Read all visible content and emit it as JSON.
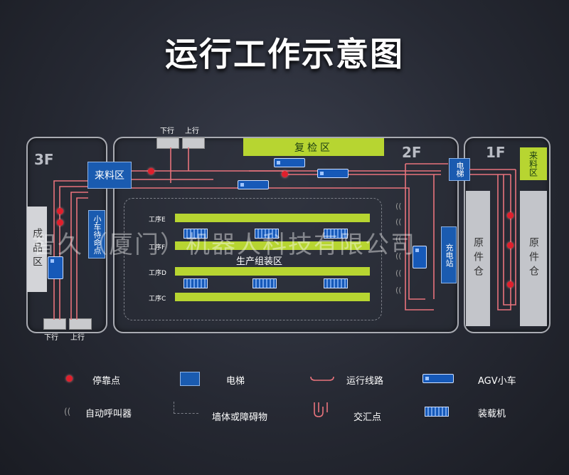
{
  "title": "运行工作示意图",
  "floors": {
    "f3": "3F",
    "f2": "2F",
    "f1": "1F"
  },
  "gates": {
    "top_down": "下行",
    "top_up": "上行",
    "bottom_down": "下行",
    "bottom_up": "上行"
  },
  "areas": {
    "reinspection": "复检区",
    "incoming_3f": "来料区",
    "finished": "成品区",
    "agv_standby": "小车待命点",
    "assembly": "生产组装区",
    "elevator": "电梯",
    "charging": "充电站",
    "incoming_1f": "来料区",
    "raw_left": "原件仓",
    "raw_right": "原件仓"
  },
  "stations": [
    "工序E",
    "工序F",
    "工序D",
    "工序C"
  ],
  "watermark": "智久（厦门）机器人科技有限公司",
  "legend": {
    "stop_point": "停靠点",
    "elevator": "电梯",
    "route": "运行线路",
    "agv": "AGV小车",
    "auto_caller": "自动呼叫器",
    "wall": "墙体或障碍物",
    "junction": "交汇点",
    "loader": "装载机"
  },
  "colors": {
    "route": "#e8737c",
    "stop": "#e01f2c",
    "green_area": "#b7d531",
    "blue_area": "#1a5bb0"
  }
}
